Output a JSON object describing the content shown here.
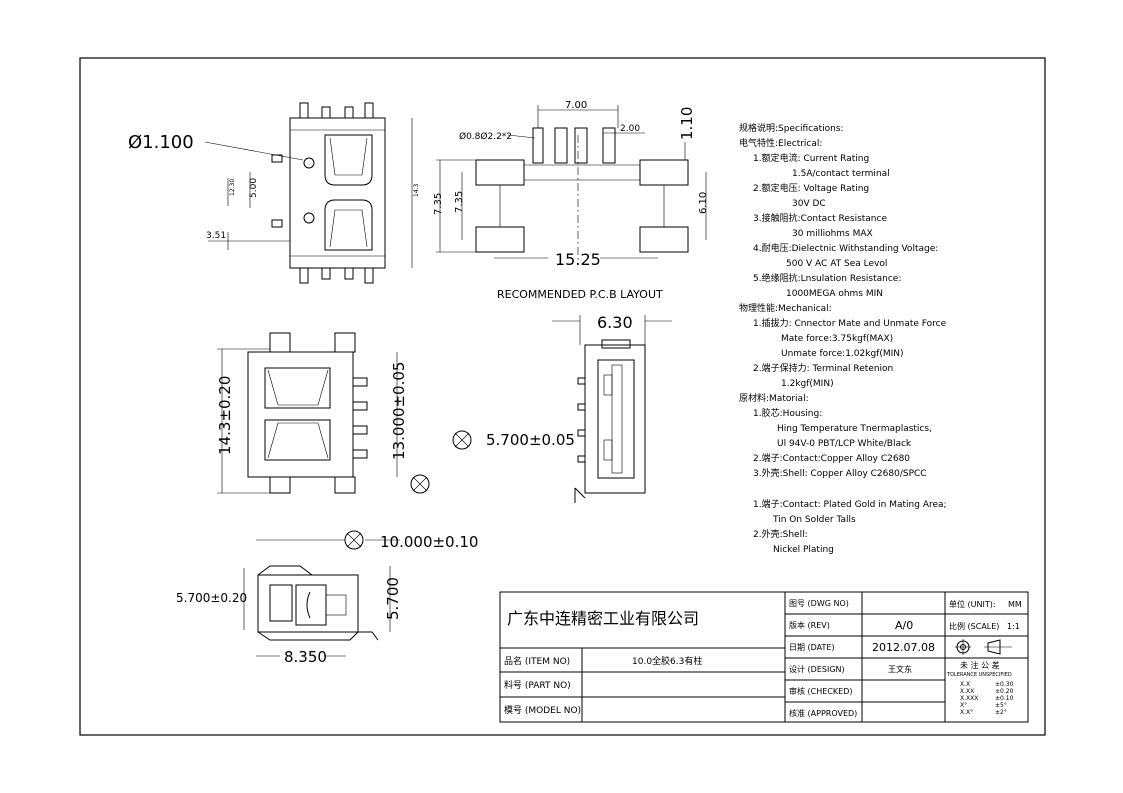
{
  "drawing": {
    "top_view": {
      "hole_dia": "Ø1.100",
      "dim_500": "5.00",
      "dim_1230": "12.30",
      "dim_143": "14.3",
      "dim_351": "3.51"
    },
    "pcb_layout": {
      "caption": "RECOMMENDED  P.C.B LAYOUT",
      "dim_700": "7.00",
      "hole_callout": "Ø0.8Ø2.2*2",
      "dim_200": "2.00",
      "dim_110": "1.10",
      "dim_735a": "7.35",
      "dim_735b": "7.35",
      "dim_610": "6.10",
      "dim_1525": "15.25"
    },
    "front_view": {
      "dim_height": "14.3±0.20",
      "dim_pitch": "13.000±0.05"
    },
    "side_view": {
      "dim_width": "6.30",
      "dim_thickness": "5.700±0.05"
    },
    "bottom_view": {
      "dim_length": "10.000±0.10",
      "dim_height_left": "5.700±0.20",
      "dim_height_right": "5.700",
      "dim_width": "8.350"
    }
  },
  "specifications": [
    "规格说明:Specifications:",
    "电气特性:Electrical:",
    "1.额定电流: Current Rating",
    "1.5A/contact terminal",
    "2.额定电压: Voltage Rating",
    "30V DC",
    "3.接触阻抗:Contact Resistance",
    "30 milliohms MAX",
    "4.耐电压:Dielectnic Withstanding Voltage:",
    "500 V AC AT Sea Levol",
    "5.绝缘阻抗:Lnsulation Resistance:",
    "1000MEGA ohms MIN",
    "物理性能:Mechanical:",
    "1.插拔力: Cnnector Mate and Unmate Force",
    "Mate force:3.75kgf(MAX)",
    "Unmate force:1.02kgf(MIN)",
    "2.端子保持力: Terminal Retenion",
    "1.2kgf(MIN)",
    "原材料:Matorial:",
    "1.胶芯:Housing:",
    "Hing Temperature  Tnermaplastics,",
    "Ul 94V-0  PBT/LCP White/Black",
    "2.端子:Contact:Copper Alloy C2680",
    "3.外壳:Shell: Copper Alloy C2680/SPCC",
    "1.端子:Contact:  Plated Gold in Mating Area;",
    "Tin On Solder Talls",
    "2.外壳:Shell:",
    "Nickel Plating"
  ],
  "title_block": {
    "company": "广东中连精密工业有限公司",
    "item_no_label": "品名  (ITEM NO)",
    "item_no_value": "10.0全胶6.3有柱",
    "part_no_label": "料号  (PART NO)",
    "model_no_label": "模号  (MODEL NO)",
    "dwg_no_label": "图号  (DWG NO)",
    "rev_label": "版本  (REV)",
    "rev_value": "A/0",
    "date_label": "日期  (DATE)",
    "date_value": "2012.07.08",
    "design_label": "设计  (DESIGN)",
    "design_value": "王文东",
    "checked_label": "审核  (CHECKED)",
    "approved_label": "核准  (APPROVED)",
    "unit_label": "单位 (UNIT):",
    "unit_value": "MM",
    "scale_label": "比例 (SCALE)",
    "scale_value": "1:1",
    "tol_title": "未 注 公 差",
    "tol_sub": "TOLERANCE UNSPECIFIED",
    "tolerances": [
      [
        "X.X",
        "±0.30"
      ],
      [
        "X.XX",
        "±0.20"
      ],
      [
        "X.XXX",
        "±0.10"
      ],
      [
        "X°",
        "±5°"
      ],
      [
        "X.X°",
        "±2°"
      ]
    ]
  }
}
